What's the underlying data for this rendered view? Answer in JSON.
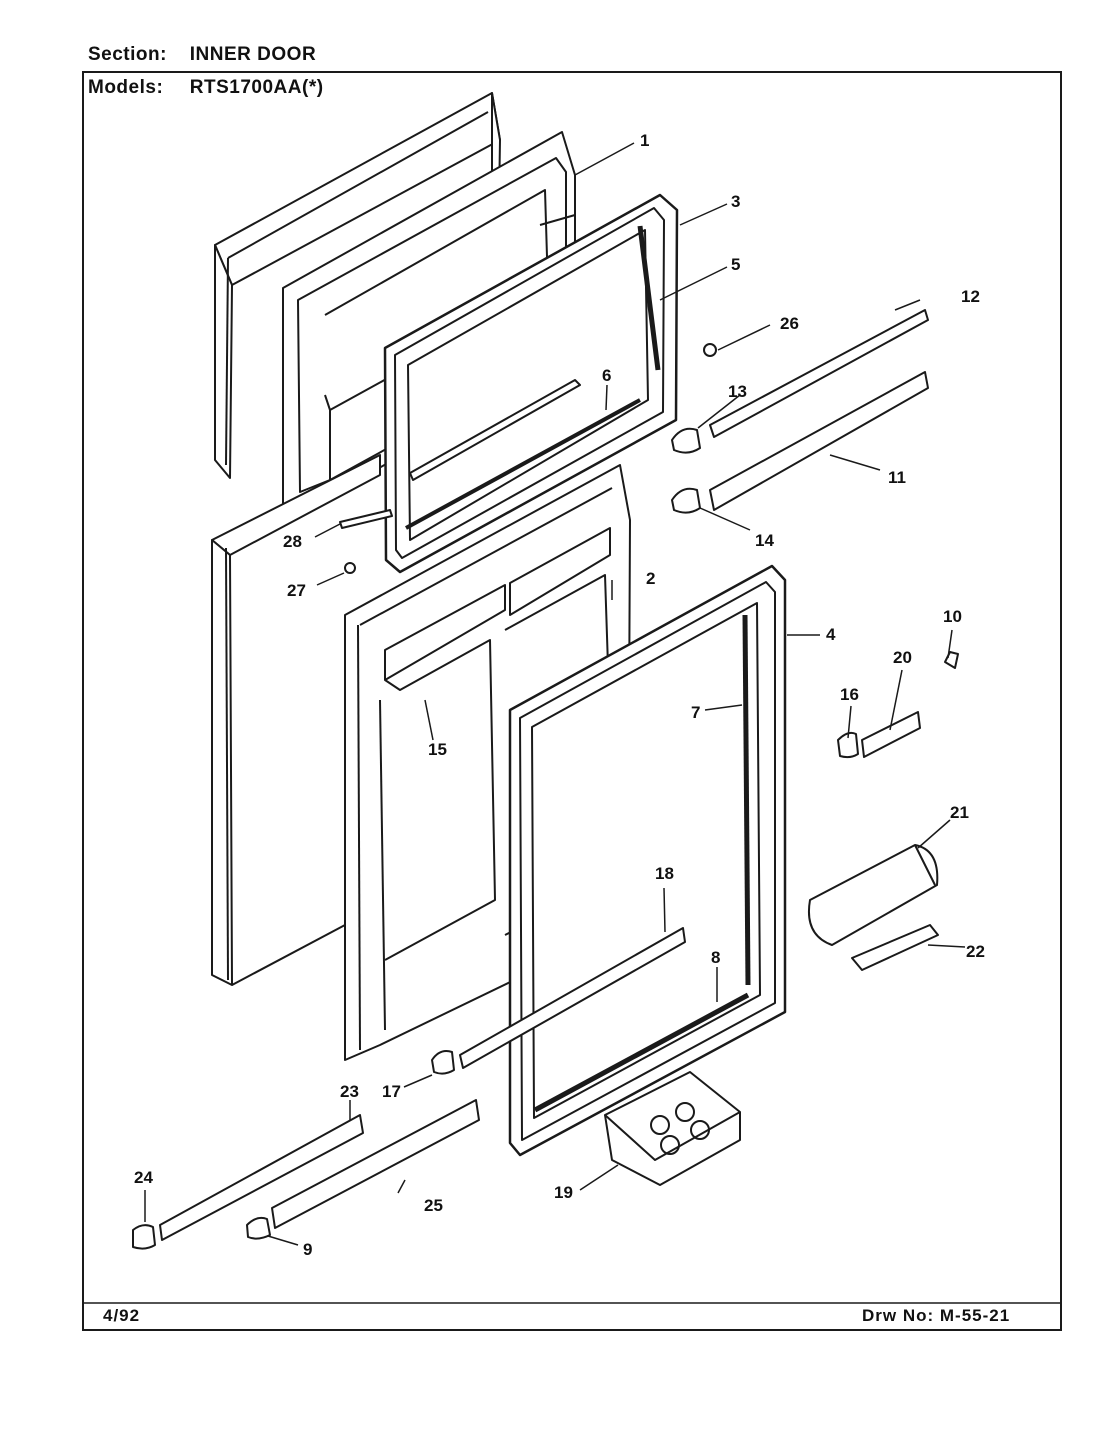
{
  "header": {
    "section_label": "Section:",
    "section_value": "INNER DOOR",
    "models_label": "Models:",
    "models_value": "RTS1700AA(*)"
  },
  "footer": {
    "date": "4/92",
    "drawing_number": "Drw No: M-55-21"
  },
  "callouts": [
    "1",
    "2",
    "3",
    "4",
    "5",
    "6",
    "7",
    "8",
    "9",
    "10",
    "11",
    "12",
    "13",
    "14",
    "15",
    "16",
    "17",
    "18",
    "19",
    "20",
    "21",
    "22",
    "23",
    "24",
    "25",
    "26",
    "27",
    "28"
  ]
}
